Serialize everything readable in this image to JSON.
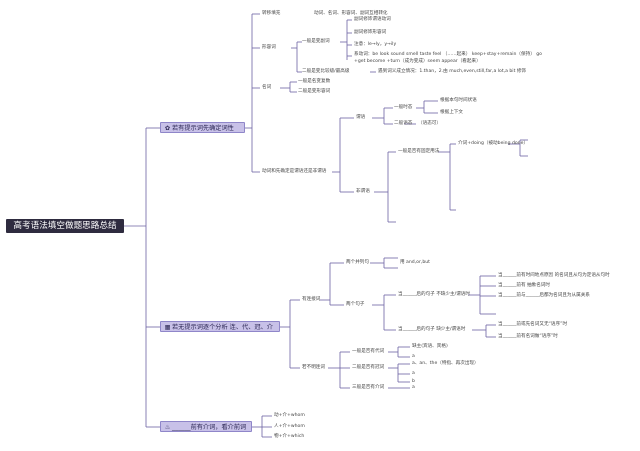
{
  "root": "高考语法填空做题思路总结",
  "b1": {
    "icon": "✿",
    "label": "若有提示词先确定词性",
    "verb_prep_reflection": "动词、名词、形容词、副词互相转化",
    "xingrongci": "形容词",
    "adv_cases": "一般是变副词",
    "adv1": "副词修饰谓语动词",
    "adv2": "副词修饰形容词",
    "adv3": "注意：le→ly，y→ily",
    "adv4": "系动词：be look sound smell taste feel （……起来） keep+stay+remain（保持） go",
    "adv5": "+get become +turn（成为变成）seem appear（看起来）",
    "comparative": "二般是变比较级/最高级",
    "comparative_note": "遇到词义成立情况：1.than，2.由 much,even,still,far,a lot,a bit 修饰",
    "noun": "名词",
    "noun1": "一般是名变复数",
    "noun2": "二般是变形容词",
    "verb_first": "动词和先确定是谓语还是非谓语",
    "weiyu": "谓语",
    "tense": "一般时态",
    "tense1": "根据本句时间状语",
    "tense2": "根据上下文",
    "voice": "二般语态",
    "voice1": "（语态可）",
    "feiweiyu": "非谓语",
    "fw1": "一般是否有固定用法",
    "fw2": "介词+doing（被动being done）"
  },
  "b2": {
    "icon": "▦",
    "label": "若无提示词逐个分析 连、代、冠、介",
    "youlianci": "有连接词",
    "bingli": "两个并列句",
    "and_but": "用 and,or,but",
    "liangge": "两个句子",
    "s1": "当______后的句子 不缺少主/谓语时",
    "s1a": "当______前有时间地点原因 的名词且从句为定语从句时",
    "s1b": "当______前有 抽象名词时",
    "s1c": "当______前与______后都为名词且为从属关系",
    "s2": "当______后的句子 缺少主/谓语时",
    "s2a": "当______前或先名词又无“语序”时",
    "s2b": "当______前有名词做“语序”时",
    "wulianci": "若不明连词",
    "p1": "一般是否有代词",
    "p1a": "缺主(宾语、宾格)",
    "p1b": "a",
    "p2": "二般是否有冠词",
    "p2a": "a、an、the（特指、再次出现）",
    "p2b": "a",
    "p2c": "b",
    "p3": "三般是否有介词",
    "p3a": "a"
  },
  "b3": {
    "icon": "♨",
    "label": "______前有介词，看介前词",
    "r1": "动+介+whom",
    "r2": "人+介+whom",
    "r3": "物+介+which"
  }
}
